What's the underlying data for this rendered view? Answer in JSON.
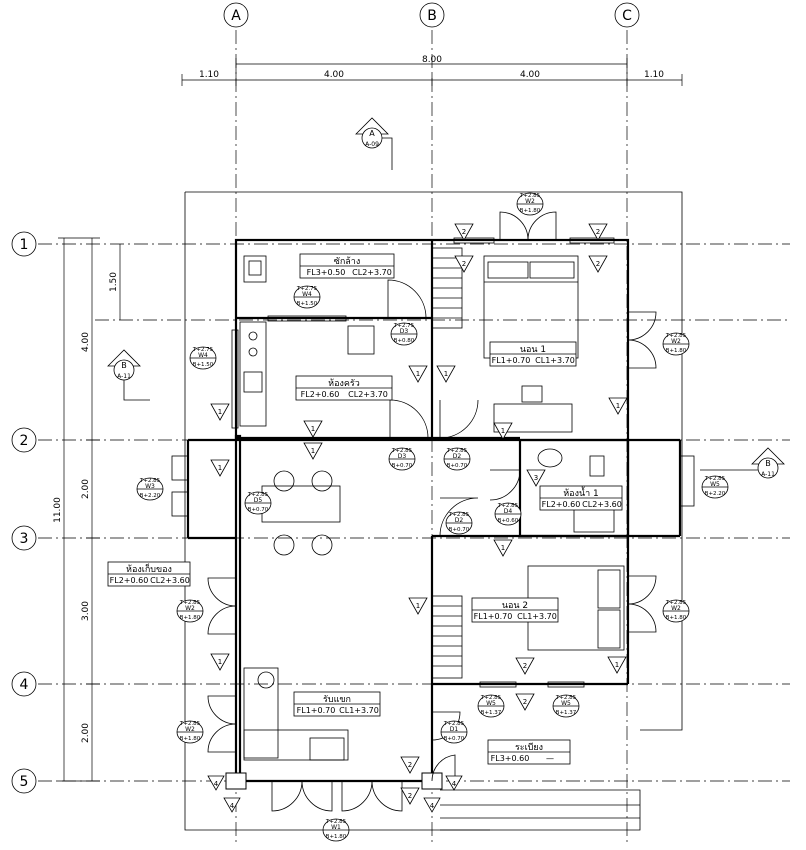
{
  "grid": {
    "columns": [
      "A",
      "B",
      "C"
    ],
    "rows": [
      "1",
      "2",
      "3",
      "4",
      "5"
    ]
  },
  "dimensions": {
    "top_total": "8.00",
    "top_segments": [
      "1.10",
      "4.00",
      "4.00",
      "1.10"
    ],
    "left_total": "11.00",
    "left_segments": [
      "1.50",
      "4.00",
      "2.00",
      "3.00",
      "2.00"
    ]
  },
  "section_markers": [
    {
      "letter": "A",
      "ref": "A-09"
    },
    {
      "letter": "B",
      "ref": "A-11"
    },
    {
      "letter": "B",
      "ref": "A-11"
    }
  ],
  "rooms": [
    {
      "name": "ซักล้าง",
      "level": "FL3+0.50",
      "ceiling": "CL2+3.70"
    },
    {
      "name": "ห้องครัว",
      "level": "FL2+0.60",
      "ceiling": "CL2+3.70"
    },
    {
      "name": "นอน 1",
      "level": "FL1+0.70",
      "ceiling": "CL1+3.70"
    },
    {
      "name": "ห้องน้ำ 1",
      "level": "FL2+0.60",
      "ceiling": "CL2+3.60"
    },
    {
      "name": "ห้องเก็บของ",
      "level": "FL2+0.60",
      "ceiling": "CL2+3.60"
    },
    {
      "name": "นอน 2",
      "level": "FL1+0.70",
      "ceiling": "CL1+3.70"
    },
    {
      "name": "รับแขก",
      "level": "FL1+0.70",
      "ceiling": "CL1+3.70"
    },
    {
      "name": "ระเบียง",
      "level": "FL3+0.60",
      "ceiling": "—"
    }
  ],
  "openings": [
    {
      "code": "W2",
      "top": "T+2.85",
      "bottom": "B+1.80"
    },
    {
      "code": "W4",
      "top": "T+2.75",
      "bottom": "B+1.50"
    },
    {
      "code": "W4",
      "top": "T+2.75",
      "bottom": "B+1.50"
    },
    {
      "code": "D3",
      "top": "T+2.75",
      "bottom": "B+0.80"
    },
    {
      "code": "W2",
      "top": "T+2.85",
      "bottom": "B+1.80"
    },
    {
      "code": "D3",
      "top": "T+2.85",
      "bottom": "B+0.70"
    },
    {
      "code": "D2",
      "top": "T+2.85",
      "bottom": "B+0.70"
    },
    {
      "code": "D4",
      "top": "T+2.85",
      "bottom": "B+0.60"
    },
    {
      "code": "D2",
      "top": "T+2.85",
      "bottom": "B+0.70"
    },
    {
      "code": "W3",
      "top": "T+2.85",
      "bottom": "B+2.20"
    },
    {
      "code": "D5",
      "top": "T+2.85",
      "bottom": "B+0.70"
    },
    {
      "code": "W5",
      "top": "T+2.85",
      "bottom": "B+2.20"
    },
    {
      "code": "W2",
      "top": "T+2.85",
      "bottom": "B+1.80"
    },
    {
      "code": "W2",
      "top": "T+2.85",
      "bottom": "B+1.80"
    },
    {
      "code": "W2",
      "top": "T+2.85",
      "bottom": "B+1.80"
    },
    {
      "code": "W5",
      "top": "T+2.85",
      "bottom": "B+1.37"
    },
    {
      "code": "W5",
      "top": "T+2.85",
      "bottom": "B+1.37"
    },
    {
      "code": "D1",
      "top": "T+2.85",
      "bottom": "B+0.70"
    },
    {
      "code": "W1",
      "top": "T+2.85",
      "bottom": "B+1.80"
    }
  ],
  "elevation_marks": [
    "1",
    "1",
    "1",
    "1",
    "1",
    "1",
    "1",
    "1",
    "1",
    "1",
    "1",
    "1",
    "2",
    "2",
    "2",
    "2",
    "2",
    "2",
    "2",
    "2",
    "3",
    "4",
    "4",
    "4",
    "4"
  ]
}
